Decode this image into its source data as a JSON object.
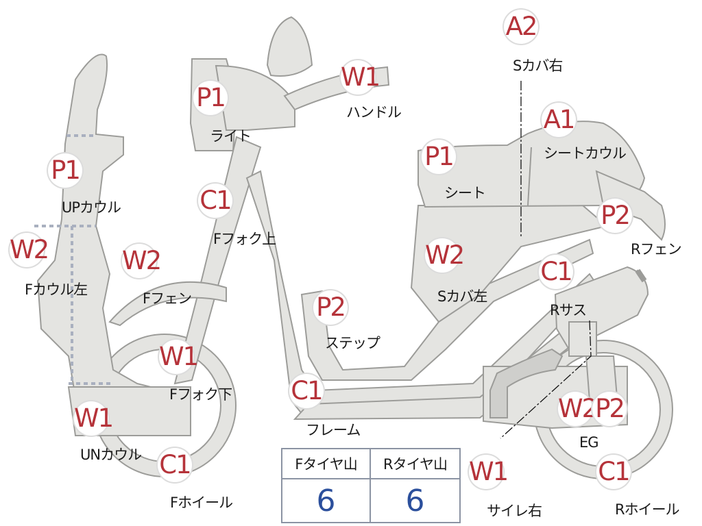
{
  "parts": [
    {
      "id": "a2",
      "code": "A2",
      "label": "Sカバ右"
    },
    {
      "id": "w1-handle",
      "code": "W1",
      "label": "ハンドル"
    },
    {
      "id": "p1-light",
      "code": "P1",
      "label": "ライト"
    },
    {
      "id": "a1",
      "code": "A1",
      "label": "シートカウル"
    },
    {
      "id": "p1-seat",
      "code": "P1",
      "label": "シート"
    },
    {
      "id": "p1-upcowl",
      "code": "P1",
      "label": "UPカウル"
    },
    {
      "id": "c1-ffork-up",
      "code": "C1",
      "label": "Fフォク上"
    },
    {
      "id": "p2-rfender",
      "code": "P2",
      "label": "Rフェン"
    },
    {
      "id": "w2-fcowl-left",
      "code": "W2",
      "label": "Fカウル左"
    },
    {
      "id": "w2-ffender",
      "code": "W2",
      "label": "Fフェン"
    },
    {
      "id": "w2-scover-left",
      "code": "W2",
      "label": "Sカバ左"
    },
    {
      "id": "c1-rsus",
      "code": "C1",
      "label": "Rサス"
    },
    {
      "id": "p2-step",
      "code": "P2",
      "label": "ステップ"
    },
    {
      "id": "w1-ffork-down",
      "code": "W1",
      "label": "Fフォク下"
    },
    {
      "id": "c1-frame",
      "code": "C1",
      "label": "フレーム"
    },
    {
      "id": "w2-eg",
      "code": "W2",
      "label": ""
    },
    {
      "id": "p2-eg",
      "code": "P2",
      "label": "EG"
    },
    {
      "id": "w1-uncowl",
      "code": "W1",
      "label": "UNカウル"
    },
    {
      "id": "c1-fwheel",
      "code": "C1",
      "label": "Fホイール"
    },
    {
      "id": "w1-muffler",
      "code": "W1",
      "label": "サイレ右"
    },
    {
      "id": "c1-rwheel",
      "code": "C1",
      "label": "Rホイール"
    }
  ],
  "tire_tread": {
    "front_label": "Fタイヤ山",
    "rear_label": "Rタイヤ山",
    "front_value": "6",
    "rear_value": "6"
  },
  "colors": {
    "part_fill": "#e4e4e1",
    "part_stroke": "#9c9c99",
    "code_text": "#b5333a",
    "tread_value": "#2b4f9c",
    "table_border": "#8b93a3"
  }
}
